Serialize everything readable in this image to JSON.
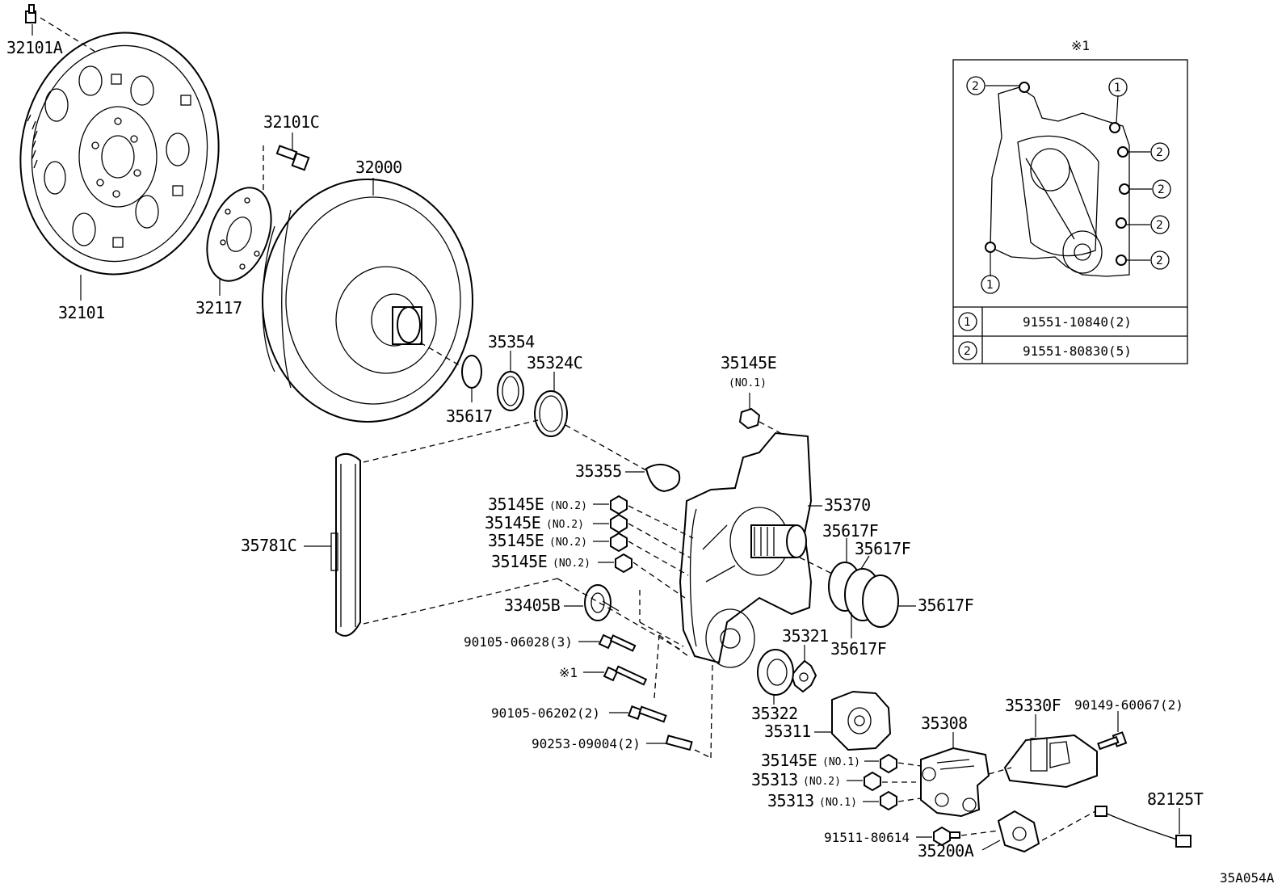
{
  "callouts": {
    "c32101A": "32101A",
    "c32101": "32101",
    "c32101C": "32101C",
    "c32117": "32117",
    "c32000": "32000",
    "c35354": "35354",
    "c35324C": "35324C",
    "c35617": "35617",
    "c35145E_top": "35145E",
    "c35145E_top_note": "(NO.1)",
    "c35355": "35355",
    "c35370": "35370",
    "c35145E_a": "35145E",
    "c35145E_b": "35145E",
    "c35145E_c": "35145E",
    "c35145E_d": "35145E",
    "no2": "(NO.2)",
    "no1": "(NO.1)",
    "c35781C": "35781C",
    "c35617F_a": "35617F",
    "c35617F_b": "35617F",
    "c35617F_c": "35617F",
    "c35617F_d": "35617F",
    "c33405B": "33405B",
    "c90105_06028": "90105-06028(3)",
    "c35321": "35321",
    "c_ref1": "※1",
    "c35322": "35322",
    "c35311": "35311",
    "c90105_06202": "90105-06202(2)",
    "c90253_09004": "90253-09004(2)",
    "c35308": "35308",
    "c35330F": "35330F",
    "c90149_60067": "90149-60067(2)",
    "c35145E_e": "35145E",
    "c35313_a": "35313",
    "c35313_b": "35313",
    "c82125T": "82125T",
    "c91511_80614": "91511-80614",
    "c35200A": "35200A",
    "figure_code": "35A054A"
  },
  "inset": {
    "title": "※1",
    "legend": [
      {
        "key": "1",
        "part": "91551-10840(2)"
      },
      {
        "key": "2",
        "part": "91551-80830(5)"
      }
    ],
    "markers": [
      "2",
      "1",
      "2",
      "2",
      "2",
      "2",
      "1"
    ]
  }
}
